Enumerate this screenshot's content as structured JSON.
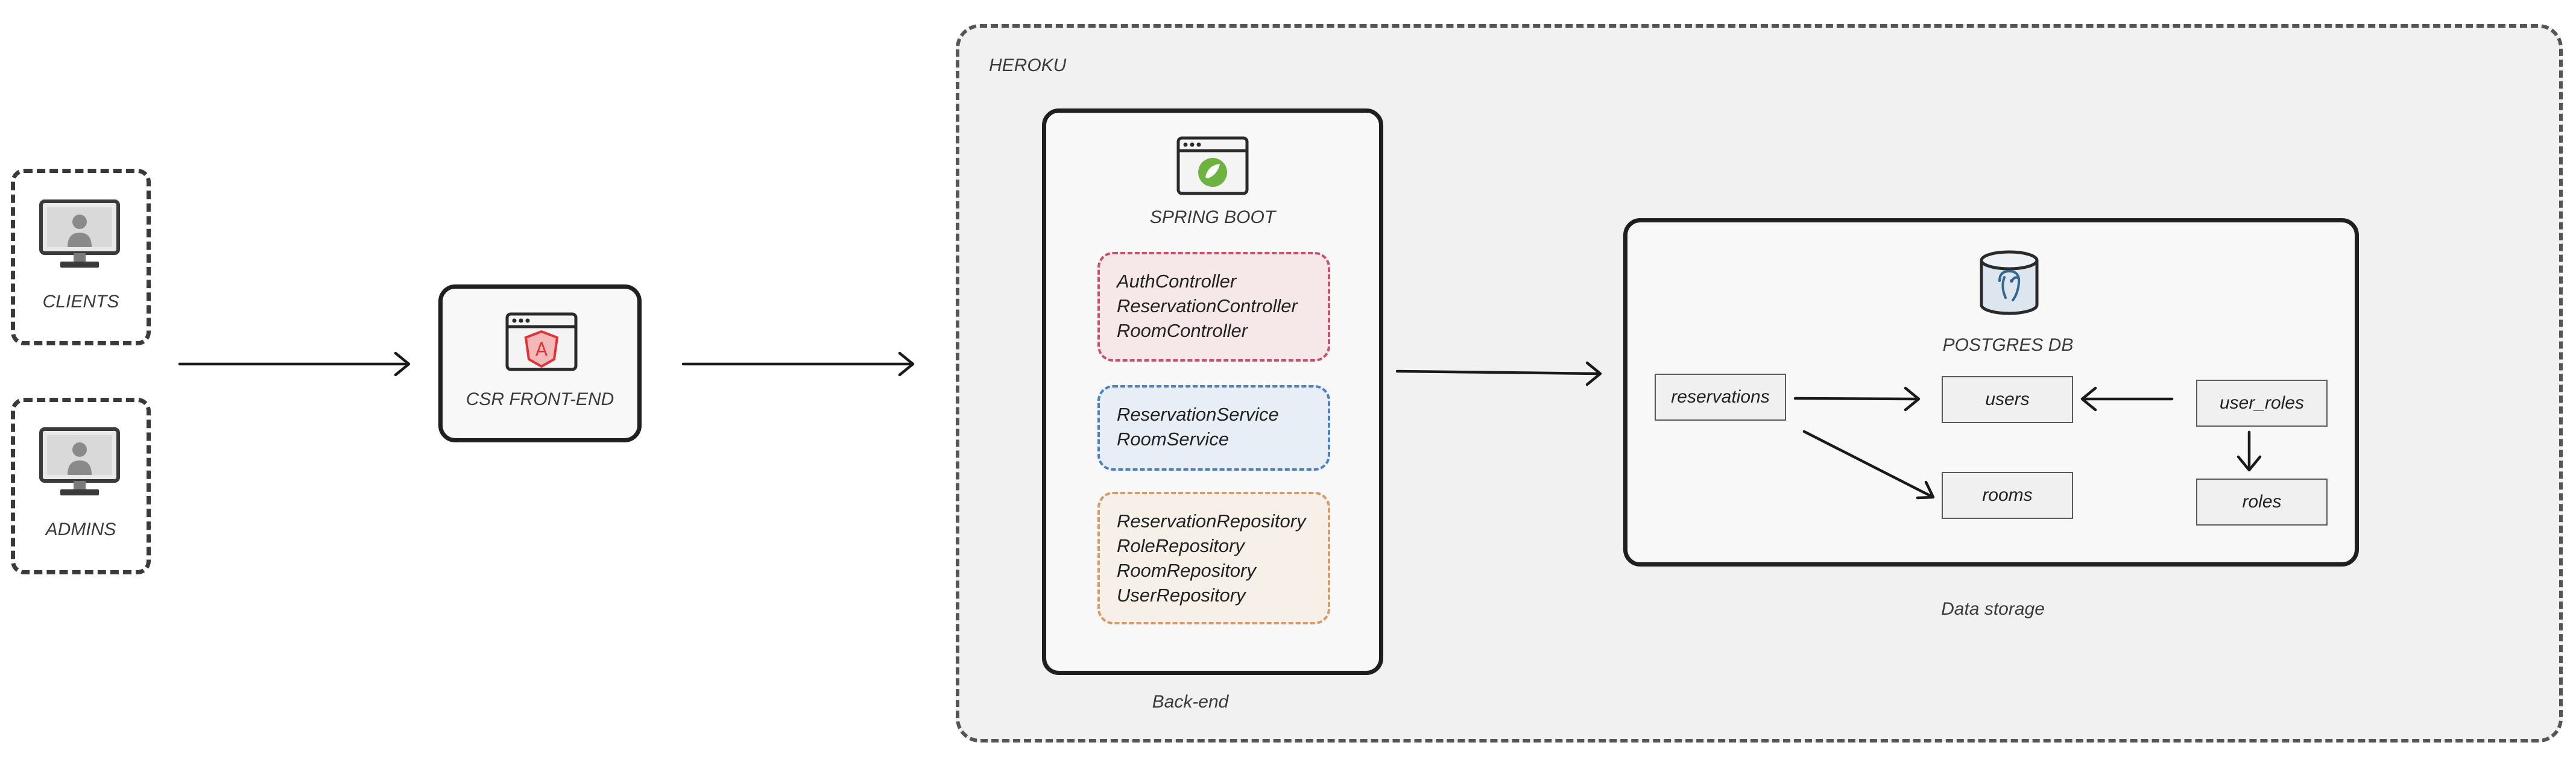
{
  "nodes": {
    "clients": "CLIENTS",
    "admins": "ADMINS",
    "frontend": "CSR FRONT-END",
    "heroku": "HEROKU",
    "spring_boot": "SPRING BOOT",
    "backend_caption": "Back-end",
    "postgres": "POSTGRES DB",
    "storage_caption": "Data storage"
  },
  "controllers": [
    "AuthController",
    "ReservationController",
    "RoomController"
  ],
  "services": [
    "ReservationService",
    "RoomService"
  ],
  "repositories": [
    "ReservationRepository",
    "RoleRepository",
    "RoomRepository",
    "UserRepository"
  ],
  "tables": {
    "reservations": "reservations",
    "users": "users",
    "user_roles": "user_roles",
    "rooms": "rooms",
    "roles": "roles"
  },
  "icons": {
    "monitor": "monitor-icon",
    "angular": "angular-browser-icon",
    "spring": "spring-browser-icon",
    "postgres": "postgres-db-icon"
  },
  "colors": {
    "controllers_border": "#c9506a",
    "services_border": "#4d7fc4",
    "repositories_border": "#d49a6a",
    "angular": "#e23237",
    "spring": "#6db33f",
    "postgres": "#336791"
  }
}
